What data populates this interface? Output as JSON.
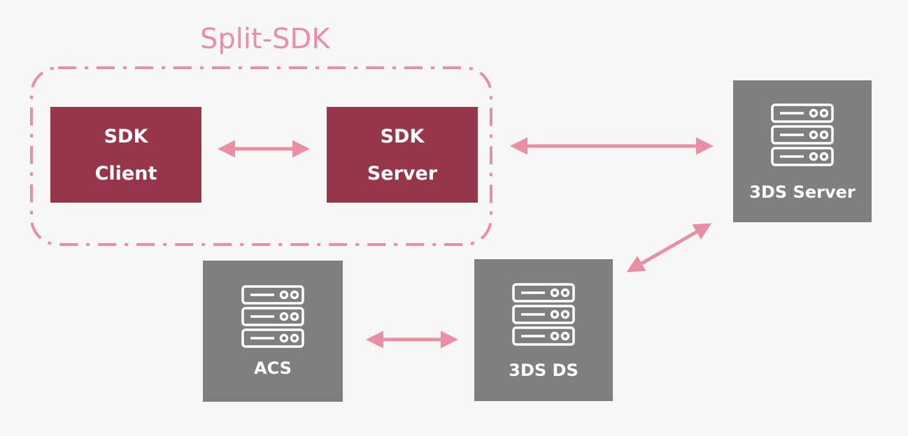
{
  "group": {
    "title": "Split-SDK"
  },
  "nodes": {
    "sdk_client": {
      "line1": "SDK",
      "line2": "Client"
    },
    "sdk_server": {
      "line1": "SDK",
      "line2": "Server"
    },
    "threeds_server": {
      "label": "3DS Server",
      "icon": "server-rack-icon"
    },
    "acs": {
      "label": "ACS",
      "icon": "server-rack-icon"
    },
    "threeds_ds": {
      "label": "3DS DS",
      "icon": "server-rack-icon"
    }
  },
  "connections": [
    {
      "from": "SDK Client",
      "to": "SDK Server",
      "style": "bidirectional"
    },
    {
      "from": "SDK Server",
      "to": "3DS Server",
      "style": "bidirectional"
    },
    {
      "from": "3DS Server",
      "to": "3DS DS",
      "style": "bidirectional"
    },
    {
      "from": "3DS DS",
      "to": "ACS",
      "style": "bidirectional"
    }
  ],
  "colors": {
    "background": "#f7f7f7",
    "sdk_box": "#97364b",
    "server_box": "#7f7f7f",
    "accent_pink": "#e88fa6",
    "text_light": "#ffffff"
  }
}
